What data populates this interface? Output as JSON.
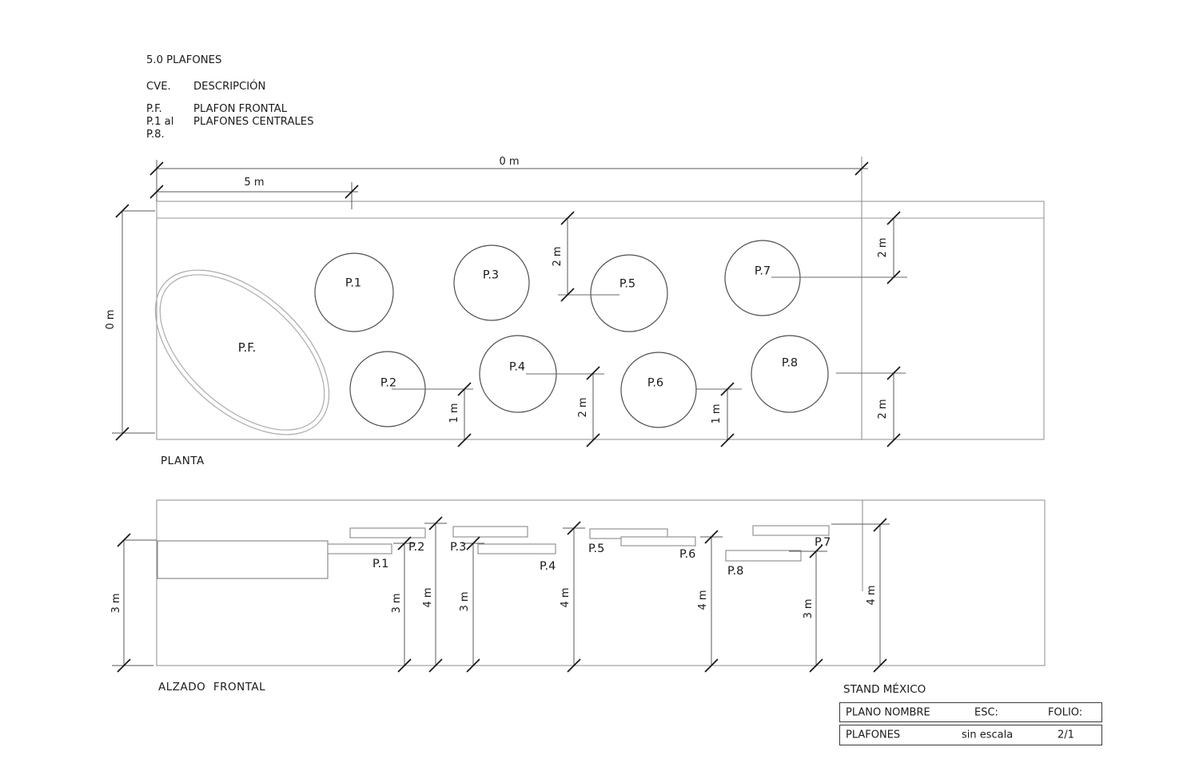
{
  "header": {
    "section_title": "5.0 PLAFONES",
    "legend": {
      "key_header": "CVE.",
      "desc_header": "DESCRIPCIÓN",
      "row1_key": "P.F.",
      "row1_desc": "PLAFON FRONTAL",
      "row2_key": "P.1 al",
      "row2_desc": "PLAFONES CENTRALES",
      "row3_key": "P.8."
    }
  },
  "plan": {
    "view_label": "PLANTA",
    "front_panel": {
      "label": "P.F."
    },
    "panels": [
      {
        "label": "P.1"
      },
      {
        "label": "P.2"
      },
      {
        "label": "P.3"
      },
      {
        "label": "P.4"
      },
      {
        "label": "P.5"
      },
      {
        "label": "P.6"
      },
      {
        "label": "P.7"
      },
      {
        "label": "P.8"
      }
    ],
    "dims": {
      "top_total": "0 m",
      "top_partial": "5 m",
      "left_height": "0 m",
      "p5_offset_top": "2 m",
      "p7_offset_top": "2 m",
      "p2_offset_bottom": "1 m",
      "p4_offset_bottom": "2 m",
      "p6_offset_bottom": "1 m",
      "p8_offset_bottom": "2 m"
    }
  },
  "elevation": {
    "view_label": "ALZADO  FRONTAL",
    "panels": [
      {
        "label": "P.1"
      },
      {
        "label": "P.2"
      },
      {
        "label": "P.3"
      },
      {
        "label": "P.4"
      },
      {
        "label": "P.5"
      },
      {
        "label": "P.6"
      },
      {
        "label": "P.7"
      },
      {
        "label": "P.8"
      }
    ],
    "dims": {
      "overall_height": "3 m",
      "d1": "3 m",
      "d2": "4 m",
      "d3": "3 m",
      "d4": "4 m",
      "d5": "4 m",
      "d6": "3 m",
      "d7": "4 m"
    }
  },
  "title_block": {
    "project_title": "STAND MÉXICO",
    "header_row": {
      "name_label": "PLANO NOMBRE",
      "scale_label": "ESC:",
      "folio_label": "FOLIO:"
    },
    "value_row": {
      "plan_name": "PLAFONES",
      "scale_value": "sin escala",
      "folio_value": "2/1"
    }
  },
  "colors": {
    "wall_line": "#979797",
    "dim_line": "#5a5a5a",
    "sketch_line": "#4f4f4f",
    "front_panel_line": "#ababab",
    "text": "#1a1a1a"
  }
}
